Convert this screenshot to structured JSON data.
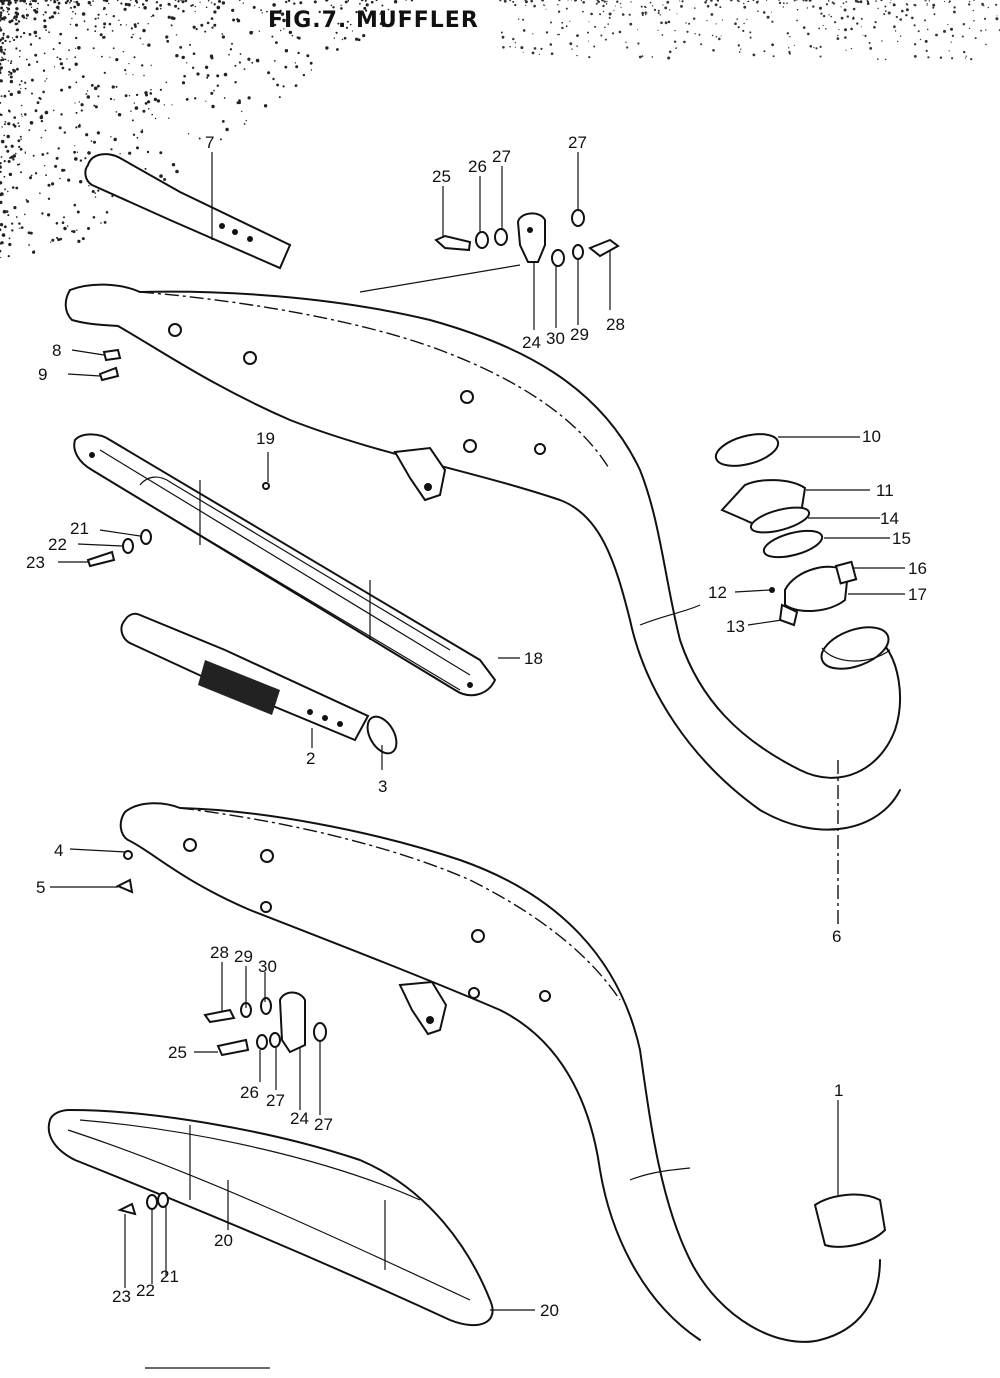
{
  "figure": {
    "title": "FIG.7. MUFFLER"
  },
  "callouts": [
    "1",
    "2",
    "3",
    "4",
    "5",
    "6",
    "7",
    "8",
    "9",
    "10",
    "11",
    "12",
    "13",
    "14",
    "15",
    "16",
    "17",
    "18",
    "19",
    "20",
    "20",
    "21",
    "21",
    "22",
    "22",
    "23",
    "23",
    "24",
    "24",
    "25",
    "25",
    "26",
    "26",
    "27",
    "27",
    "27",
    "27",
    "28",
    "28",
    "29",
    "29",
    "30",
    "30"
  ]
}
